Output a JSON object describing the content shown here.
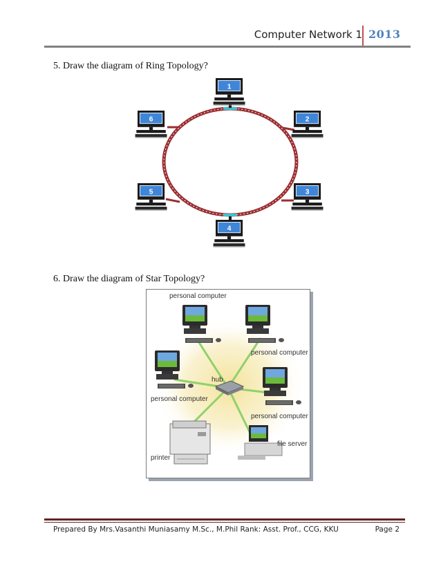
{
  "header": {
    "title": "Computer Network 1",
    "year": "2013"
  },
  "questions": [
    {
      "text": "5. Draw the diagram of Ring Topology?"
    },
    {
      "text": "6. Draw the diagram of Star Topology?"
    }
  ],
  "ring_diagram": {
    "nodes": [
      "1",
      "2",
      "3",
      "4",
      "5",
      "6"
    ],
    "ring_color": "#9a2e32",
    "screen_color": "#3f86d9"
  },
  "star_diagram": {
    "labels": {
      "pc_top_left": "personal computer",
      "pc_top_right": "personal computer",
      "pc_left": "personal computer",
      "pc_right": "personal computer",
      "hub": "hub",
      "file_server": "file server",
      "printer": "printer"
    },
    "cable_color": "#8fd16a",
    "glow_color": "#f4e39a"
  },
  "footer": {
    "author": "Prepared By Mrs.Vasanthi Muniasamy M.Sc., M.Phil Rank: Asst. Prof., CCG, KKU",
    "page": "Page 2"
  }
}
